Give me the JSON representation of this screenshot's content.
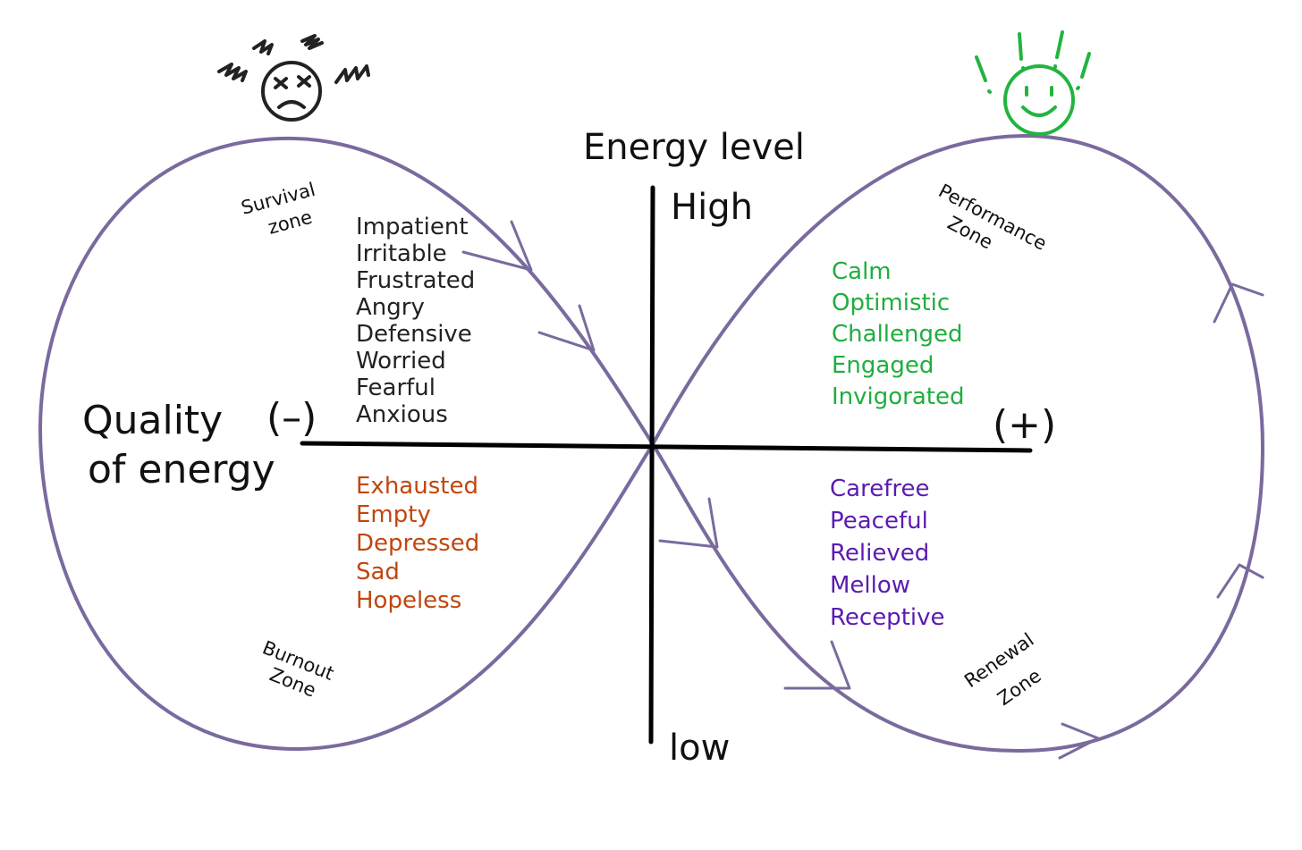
{
  "axes": {
    "vertical_title": "Energy level",
    "vertical_high": "High",
    "vertical_low": "low",
    "horizontal_title_line1": "Quality",
    "horizontal_title_line2": "of energy",
    "negative_label": "(–)",
    "positive_label": "(+)"
  },
  "zones": {
    "survival": {
      "line1": "Survival",
      "line2": "zone"
    },
    "performance": {
      "line1": "Performance",
      "line2": "Zone"
    },
    "burnout": {
      "line1": "Burnout",
      "line2": "Zone"
    },
    "renewal": {
      "line1": "Renewal",
      "line2": "Zone"
    }
  },
  "word_lists": {
    "survival": {
      "color": "#222222",
      "words": [
        "Impatient",
        "Irritable",
        "Frustrated",
        "Angry",
        "Defensive",
        "Worried",
        "Fearful",
        "Anxious"
      ]
    },
    "performance": {
      "color": "#1fae3e",
      "words": [
        "Calm",
        "Optimistic",
        "Challenged",
        "Engaged",
        "Invigorated"
      ]
    },
    "burnout": {
      "color": "#c0470e",
      "words": [
        "Exhausted",
        "Empty",
        "Depressed",
        "Sad",
        "Hopeless"
      ]
    },
    "renewal": {
      "color": "#5b1bb0",
      "words": [
        "Carefree",
        "Peaceful",
        "Relieved",
        "Mellow",
        "Receptive"
      ]
    }
  },
  "faces": {
    "stressed": {
      "icon": "stressed-face-icon",
      "color": "#222222"
    },
    "happy": {
      "icon": "happy-face-icon",
      "color": "#22b43f"
    }
  },
  "colors": {
    "loop": "#7a6a9e",
    "axes": "#000000"
  }
}
